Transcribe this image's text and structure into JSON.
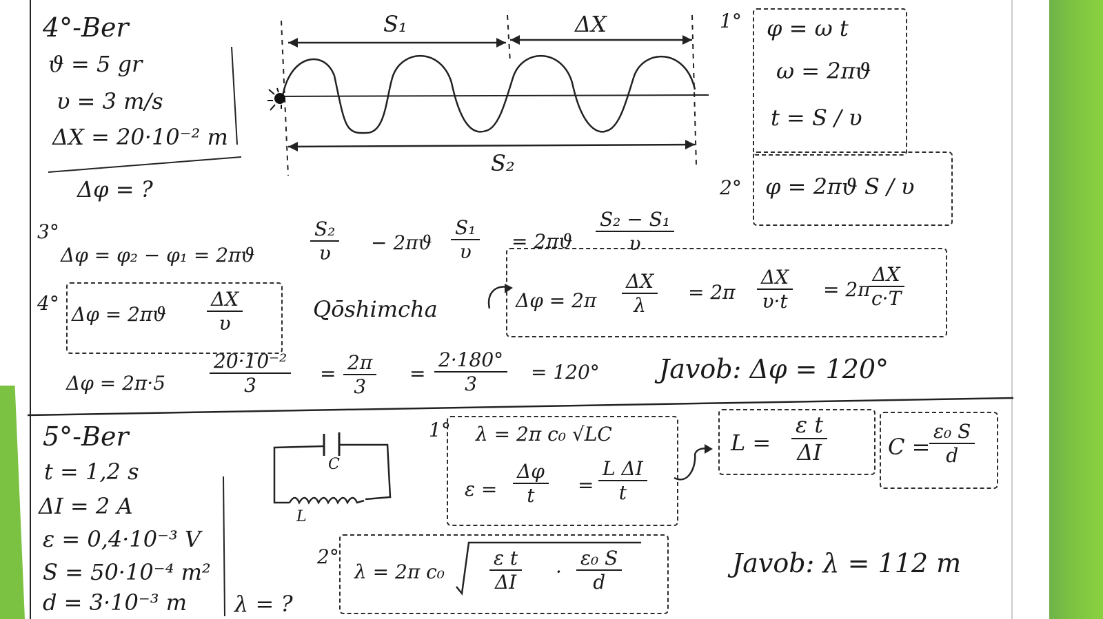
{
  "problem4": {
    "title": "4°-Ber",
    "given": [
      "ϑ = 5 gr",
      "υ = 3 m/s",
      "ΔX = 20·10⁻² m"
    ],
    "find": "Δφ = ?",
    "diagram": {
      "s1": "S₁",
      "dx": "ΔX",
      "s2": "S₂"
    },
    "step1": {
      "label": "1°",
      "lines": [
        "φ = ω t",
        "ω = 2πϑ",
        "t = S / υ"
      ]
    },
    "step2": {
      "label": "2°",
      "formula": "φ = 2πϑ S / υ"
    },
    "step3": {
      "label": "3°",
      "lhs": "Δφ = φ₂ − φ₁ = 2πϑ",
      "f1_num": "S₂",
      "f1_den": "υ",
      "mid": "− 2πϑ",
      "f2_num": "S₁",
      "f2_den": "υ",
      "eq": "= 2πϑ",
      "f3_num": "S₂ − S₁",
      "f3_den": "υ"
    },
    "step4": {
      "label": "4°",
      "lhs": "Δφ = 2πϑ",
      "num": "ΔX",
      "den": "υ"
    },
    "addition": {
      "word": "Qōshimcha",
      "p1": "Δφ = 2π",
      "n1": "ΔX",
      "d1": "λ",
      "p2": "= 2π",
      "n2": "ΔX",
      "d2": "υ·t",
      "p3": "= 2π",
      "n3": "ΔX",
      "d3": "c·T"
    },
    "calc": {
      "lhs": "Δφ = 2π·5",
      "n1": "20·10⁻²",
      "d1": "3",
      "eq1": "=",
      "n2": "2π",
      "d2": "3",
      "eq2": "=",
      "n3": "2·180°",
      "d3": "3",
      "res": "= 120°"
    },
    "answer": "Javob: Δφ = 120°"
  },
  "problem5": {
    "title": "5°-Ber",
    "given": [
      "t = 1,2 s",
      "ΔI = 2 A",
      "ε = 0,4·10⁻³ V",
      "S = 50·10⁻⁴ m²",
      "d = 3·10⁻³ m"
    ],
    "find": "λ = ?",
    "circuit": {
      "c": "C",
      "l": "L"
    },
    "step1": {
      "label": "1°",
      "line1": "λ = 2π c₀ √LC",
      "eps": "ε =",
      "n1": "Δφ",
      "d1": "t",
      "eq": "=",
      "n2": "L ΔI",
      "d2": "t"
    },
    "boxL": {
      "lhs": "L =",
      "num": "ε t",
      "den": "ΔI"
    },
    "boxC": {
      "lhs": "C =",
      "num": "ε₀ S",
      "den": "d"
    },
    "step2": {
      "label": "2°",
      "lhs": "λ = 2π c₀",
      "n1": "ε t",
      "d1": "ΔI",
      "dot": "·",
      "n2": "ε₀ S",
      "d2": "d"
    },
    "answer": "Javob: λ = 112 m"
  }
}
